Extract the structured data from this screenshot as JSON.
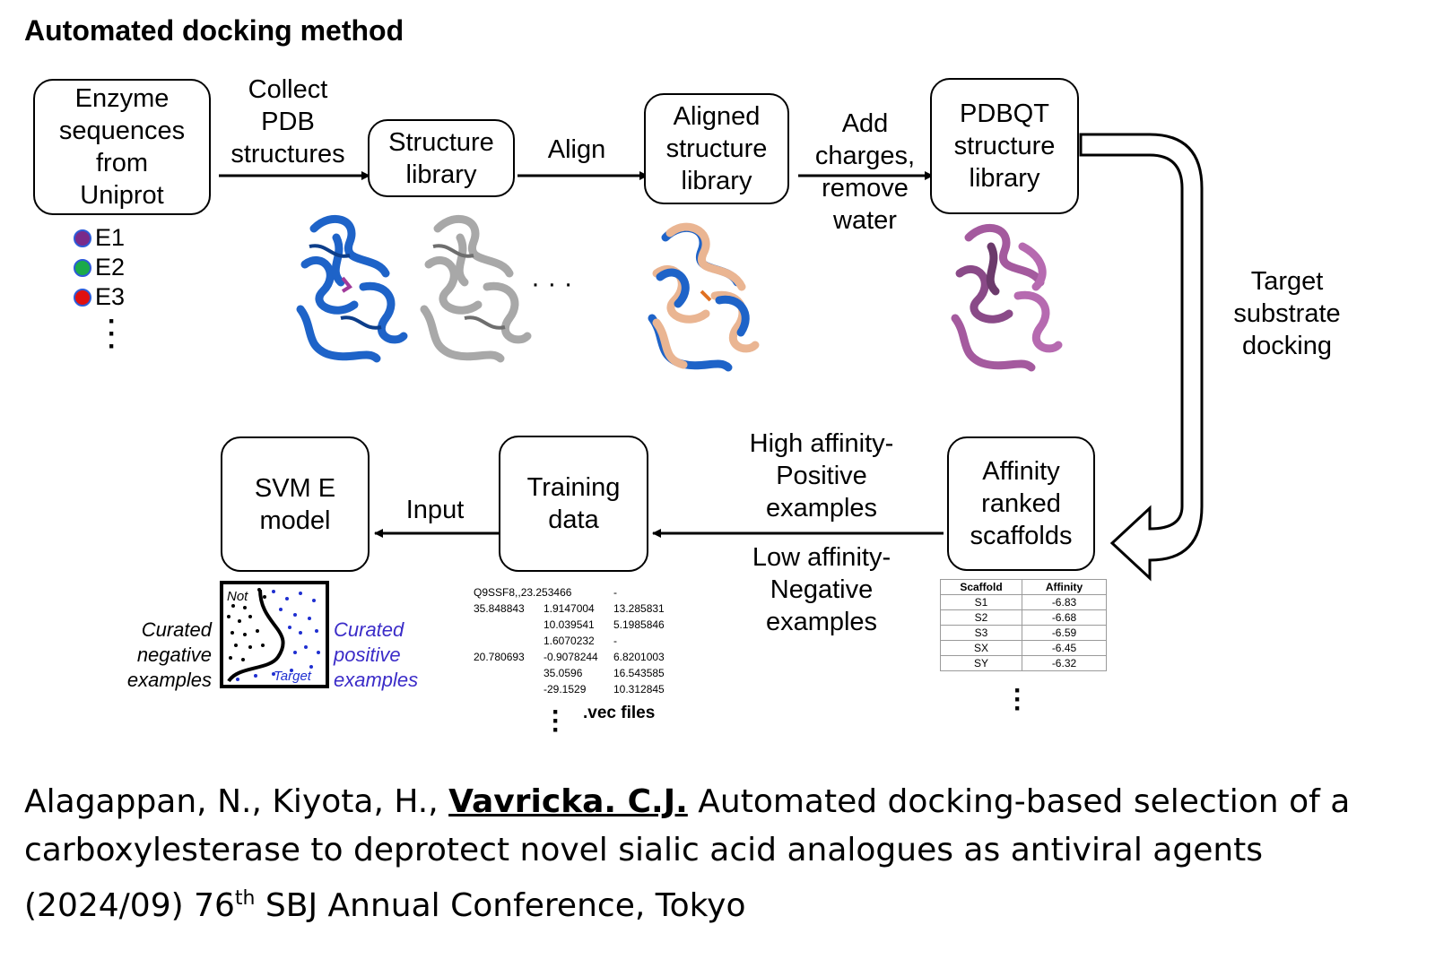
{
  "title": "Automated docking method",
  "boxes": {
    "enzyme": "Enzyme\nsequences\nfrom\nUniprot",
    "structure": "Structure\nlibrary",
    "aligned": "Aligned\nstructure\nlibrary",
    "pdbqt": "PDBQT\nstructure\nlibrary",
    "affinity": "Affinity\nranked\nscaffolds",
    "training": "Training\ndata",
    "svm": "SVM E\nmodel"
  },
  "edges": {
    "collect": "Collect\nPDB\nstructures",
    "align": "Align",
    "charges": "Add\ncharges,\nremove\nwater",
    "docking": "Target\nsubstrate\ndocking",
    "high": "High affinity-\nPositive\nexamples",
    "low": "Low affinity-\nNegative\nexamples",
    "input": "Input"
  },
  "enzymes": [
    {
      "label": "E1",
      "color": "#7a2a8a"
    },
    {
      "label": "E2",
      "color": "#1aaa4a"
    },
    {
      "label": "E3",
      "color": "#e01010"
    }
  ],
  "ellipsis": "· · ·",
  "svm_plot": {
    "not_label": "Not",
    "target_label": "Target",
    "negative_label": "Curated\nnegative\nexamples",
    "positive_label": "Curated\npositive\nexamples"
  },
  "vec_file": {
    "rows": [
      [
        "Q9SSF8,,23.253466",
        "",
        "-"
      ],
      [
        "35.848843",
        "1.9147004",
        "13.285831"
      ],
      [
        "",
        "10.039541",
        "5.1985846"
      ],
      [
        "",
        "1.6070232",
        "-"
      ],
      [
        "20.780693",
        "-0.9078244",
        "6.8201003"
      ],
      [
        "",
        "35.0596",
        "16.543585"
      ],
      [
        "",
        "-29.1529",
        "10.312845"
      ]
    ],
    "caption": ".vec files"
  },
  "affinity_table": {
    "headers": [
      "Scaffold",
      "Affinity"
    ],
    "rows": [
      [
        "S1",
        "-6.83"
      ],
      [
        "S2",
        "-6.68"
      ],
      [
        "S3",
        "-6.59"
      ],
      [
        "SX",
        "-6.45"
      ],
      [
        "SY",
        "-6.32"
      ]
    ]
  },
  "citation": {
    "authors_plain": "Alagappan, N., Kiyota, H., ",
    "authors_bold": "Vavricka. C.J.",
    "title_part": " Automated docking-based selection of a",
    "line2": "carboxylesterase to deprotect novel sialic acid analogues as antiviral agents",
    "line3_pre": "(2024/09) 76",
    "line3_sup": "th",
    "line3_post": " SBJ Annual Conference, Tokyo"
  },
  "colors": {
    "blue_protein": "#1e63c8",
    "gray_protein": "#a8a8a8",
    "aligned_peach": "#eab592",
    "purple_protein": "#a45a9e",
    "positive_dot": "#1f2fd0",
    "positive_text": "#3b2cc8"
  }
}
